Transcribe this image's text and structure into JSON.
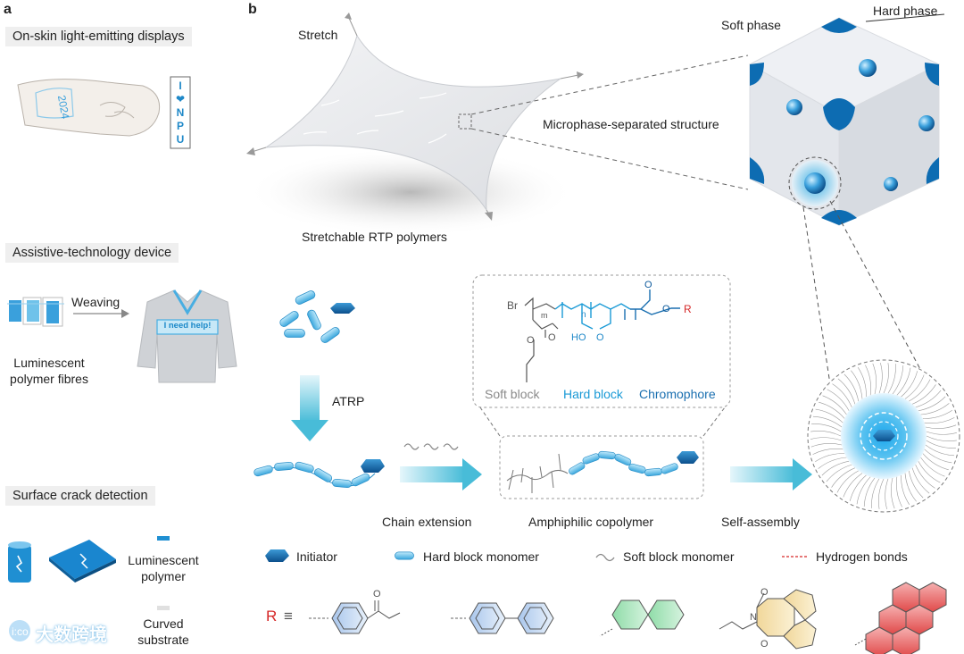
{
  "panel_a": {
    "letter": "a",
    "sections": [
      {
        "title": "On-skin light-emitting displays",
        "wrist_text": "2024",
        "band_letters": [
          "I",
          "❤",
          "N",
          "P",
          "U"
        ]
      },
      {
        "title": "Assistive-technology device",
        "arrow_label": "Weaving",
        "fibres_label_1": "Luminescent",
        "fibres_label_2": "polymer fibres",
        "sweater_text": "I need help!"
      },
      {
        "title": "Surface crack detection",
        "legend_polymer_1": "Luminescent",
        "legend_polymer_2": "polymer",
        "legend_substrate_1": "Curved",
        "legend_substrate_2": "substrate"
      }
    ],
    "watermark": "大数跨境"
  },
  "panel_b": {
    "letter": "b",
    "stretch_label": "Stretch",
    "film_label": "Stretchable RTP polymers",
    "microphase_label": "Microphase-separated structure",
    "soft_phase_label": "Soft phase",
    "hard_phase_label": "Hard phase",
    "atrp_label": "ATRP",
    "structure": {
      "br": "Br",
      "m": "m",
      "n": "n",
      "o1": "O",
      "o2": "O",
      "o3": "O",
      "o4": "O",
      "ho": "HO",
      "o5": "O",
      "r": "R",
      "soft_block": "Soft block",
      "hard_block": "Hard block",
      "chromophore": "Chromophore"
    },
    "steps": [
      "Chain extension",
      "Amphiphilic copolymer",
      "Self-assembly"
    ],
    "legend": [
      {
        "label": "Initiator",
        "icon": "initiator-icon"
      },
      {
        "label": "Hard block monomer",
        "icon": "capsule-icon"
      },
      {
        "label": "Soft block monomer",
        "icon": "wave-icon"
      },
      {
        "label": "Hydrogen bonds",
        "icon": "dashed-line-icon"
      }
    ],
    "r_label": "R",
    "r_equiv": "≡",
    "chromophore_o": "O",
    "naphthalimide_o1": "O",
    "naphthalimide_o2": "O",
    "naphthalimide_n": "N"
  },
  "colors": {
    "blue": "#1e88c8",
    "dark_blue": "#0d5a9c",
    "light_blue": "#58c0e8",
    "cyan": "#29a9d6",
    "red": "#d62828",
    "gray_text": "#8a8a8a"
  }
}
